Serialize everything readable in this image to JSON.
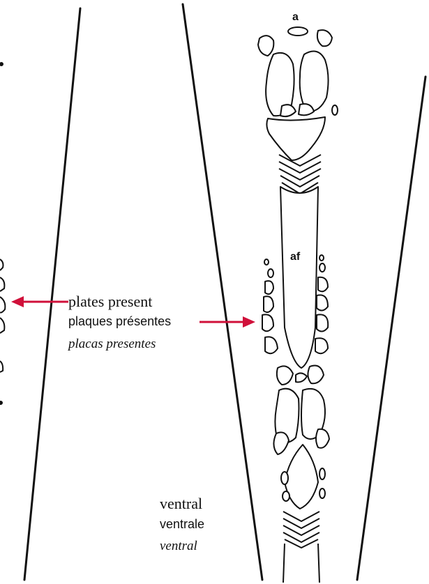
{
  "labels": {
    "plates": {
      "en": "plates present",
      "fr": "plaques présentes",
      "es": "placas presentes"
    },
    "ventral": {
      "en": "ventral",
      "fr": "ventrale",
      "es": "ventral"
    },
    "tag_a": "a",
    "tag_af": "af"
  },
  "colors": {
    "arrow": "#d0103a",
    "outline": "#111111"
  }
}
